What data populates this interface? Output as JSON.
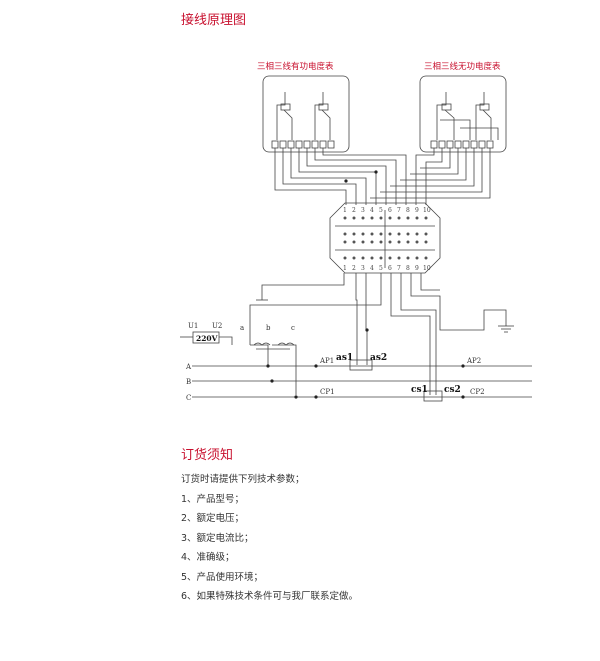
{
  "section_title_wiring": "接线原理图",
  "meter_active_label": "三相三线有功电度表",
  "meter_reactive_label": "三相三线无功电度表",
  "terminal_numbers_top": [
    "1",
    "2",
    "3",
    "4",
    "5",
    "6",
    "7",
    "8",
    "9",
    "10"
  ],
  "terminal_numbers_bottom": [
    "1",
    "2",
    "3",
    "4",
    "5",
    "6",
    "7",
    "8",
    "9",
    "10"
  ],
  "source_labels": {
    "u1": "U1",
    "u2": "U2",
    "voltage": "220V"
  },
  "phase_taps": {
    "a": "a",
    "b": "b",
    "c": "c"
  },
  "bus_labels": {
    "A": "A",
    "B": "B",
    "C": "C"
  },
  "ct_labels": {
    "ap1": "AP1",
    "ap2": "AP2",
    "cp1": "CP1",
    "cp2": "CP2"
  },
  "secondary_labels": {
    "as1": "as1",
    "as2": "as2",
    "cs1": "cs1",
    "cs2": "cs2"
  },
  "section_title_order": "订货须知",
  "order_intro": "订货时请提供下列技术参数；",
  "order_items": [
    "1、产品型号；",
    "2、额定电压；",
    "3、额定电流比；",
    "4、准确级；",
    "5、产品使用环境；",
    "6、如果特殊技术条件可与我厂联系定做。"
  ]
}
